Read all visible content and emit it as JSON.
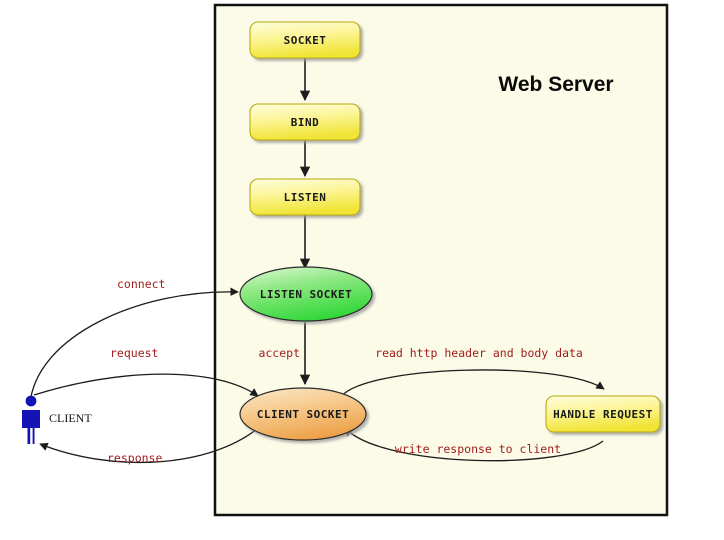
{
  "diagram": {
    "title": "Web Server",
    "container": {
      "background": "#fbfbe8",
      "border_color": "#111111"
    },
    "colors": {
      "process_box_fill_top": "#fdfbd0",
      "process_box_fill_bottom": "#f2e63b",
      "listen_socket_fill": "#4ddc4d",
      "client_socket_fill": "#f0ab4e",
      "edge_label_color": "#9e1b1b",
      "client_figure_color": "#1414b4",
      "arrow_color": "#1c1c1c"
    },
    "nodes": [
      {
        "id": "socket",
        "label": "SOCKET",
        "shape": "rounded-rect",
        "fill": "yellow"
      },
      {
        "id": "bind",
        "label": "BIND",
        "shape": "rounded-rect",
        "fill": "yellow"
      },
      {
        "id": "listen",
        "label": "LISTEN",
        "shape": "rounded-rect",
        "fill": "yellow"
      },
      {
        "id": "listen-socket",
        "label": "LISTEN SOCKET",
        "shape": "ellipse",
        "fill": "green"
      },
      {
        "id": "client-socket",
        "label": "CLIENT SOCKET",
        "shape": "ellipse",
        "fill": "orange"
      },
      {
        "id": "handle-request",
        "label": "HANDLE REQUEST",
        "shape": "rounded-rect",
        "fill": "yellow"
      }
    ],
    "actor": {
      "id": "client",
      "label": "CLIENT"
    },
    "edges": [
      {
        "id": "socket-bind",
        "label": "",
        "from": "socket",
        "to": "bind"
      },
      {
        "id": "bind-listen",
        "label": "",
        "from": "bind",
        "to": "listen"
      },
      {
        "id": "listen-listensocket",
        "label": "",
        "from": "listen",
        "to": "listen-socket"
      },
      {
        "id": "connect",
        "label": "connect",
        "from": "client",
        "to": "listen-socket"
      },
      {
        "id": "accept",
        "label": "accept",
        "from": "listen-socket",
        "to": "client-socket"
      },
      {
        "id": "request",
        "label": "request",
        "from": "client",
        "to": "client-socket"
      },
      {
        "id": "read-http",
        "label": "read http header and body data",
        "from": "client-socket",
        "to": "handle-request"
      },
      {
        "id": "write-response",
        "label": "write response to client",
        "from": "handle-request",
        "to": "client-socket"
      },
      {
        "id": "response",
        "label": "response",
        "from": "client-socket",
        "to": "client"
      }
    ]
  }
}
